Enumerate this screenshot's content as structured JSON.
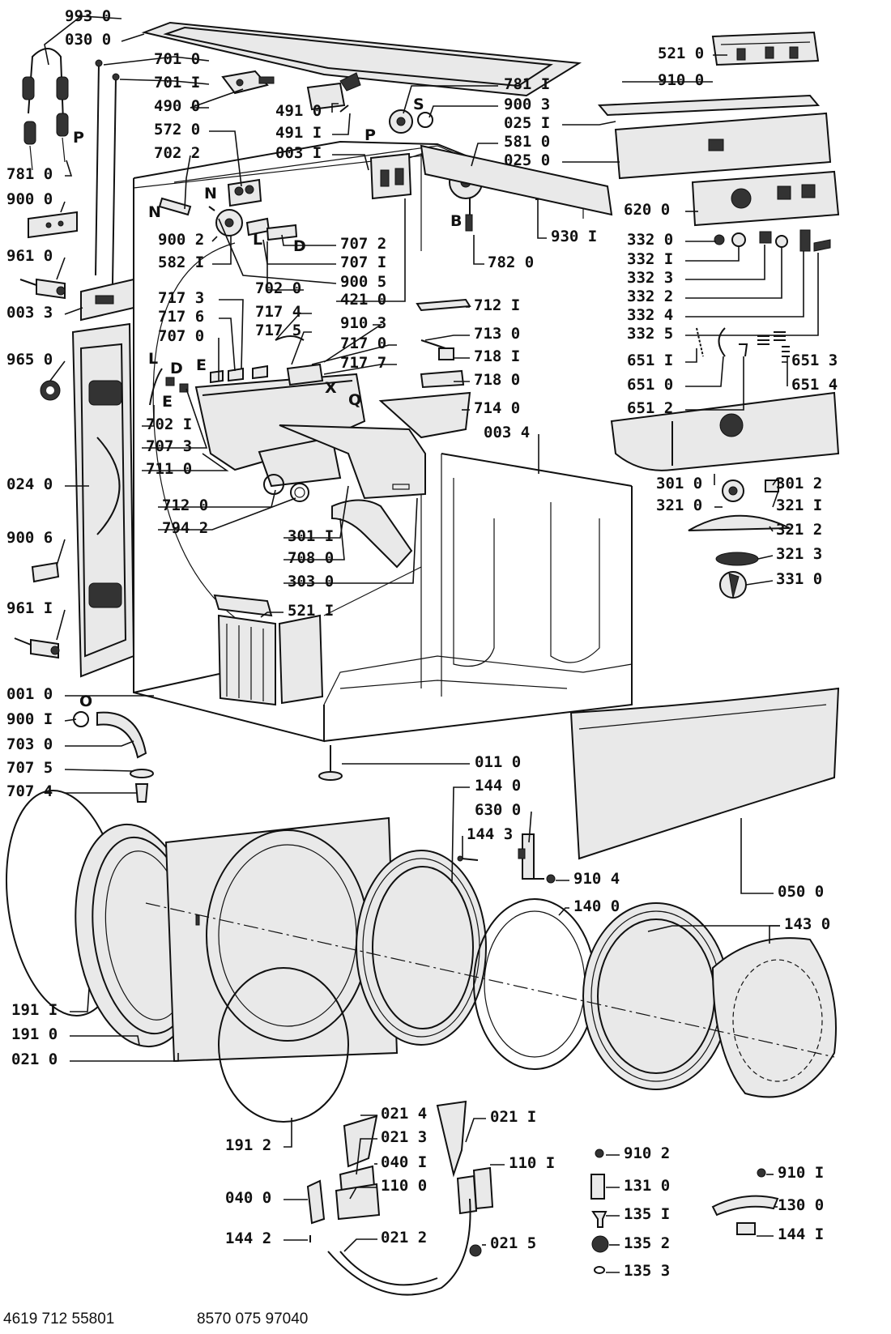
{
  "labels": [
    {
      "id": "p-993-0",
      "text": "993  0"
    },
    {
      "id": "p-030-0",
      "text": "030  0"
    },
    {
      "id": "p-701-0",
      "text": "701  0"
    },
    {
      "id": "p-701-1",
      "text": "701  I"
    },
    {
      "id": "p-490-0",
      "text": "490  0"
    },
    {
      "id": "p-572-0",
      "text": "572  0"
    },
    {
      "id": "p-702-2",
      "text": "702  2"
    },
    {
      "id": "p-781-0",
      "text": "781  0"
    },
    {
      "id": "p-900-0",
      "text": "900  0"
    },
    {
      "id": "p-961-0",
      "text": "961  0"
    },
    {
      "id": "p-003-3",
      "text": "003  3"
    },
    {
      "id": "p-965-0",
      "text": "965  0"
    },
    {
      "id": "p-024-0",
      "text": "024  0"
    },
    {
      "id": "p-900-6",
      "text": "900  6"
    },
    {
      "id": "p-961-1",
      "text": "961  I"
    },
    {
      "id": "p-001-0",
      "text": "001  0"
    },
    {
      "id": "p-900-1",
      "text": "900  I"
    },
    {
      "id": "p-703-0",
      "text": "703  0"
    },
    {
      "id": "p-707-5",
      "text": "707  5"
    },
    {
      "id": "p-707-4",
      "text": "707  4"
    },
    {
      "id": "p-191-1",
      "text": "191  I"
    },
    {
      "id": "p-191-0",
      "text": "191  0"
    },
    {
      "id": "p-021-0",
      "text": "021  0"
    },
    {
      "id": "p-191-2",
      "text": "191  2"
    },
    {
      "id": "p-040-0",
      "text": "040  0"
    },
    {
      "id": "p-144-2",
      "text": "144  2"
    },
    {
      "id": "p-491-0",
      "text": "491  0"
    },
    {
      "id": "p-491-1",
      "text": "491  I"
    },
    {
      "id": "p-003-1",
      "text": "003  I"
    },
    {
      "id": "p-781-1",
      "text": "781  I"
    },
    {
      "id": "p-900-3",
      "text": "900  3"
    },
    {
      "id": "p-025-1",
      "text": "025  I"
    },
    {
      "id": "p-581-0",
      "text": "581  0"
    },
    {
      "id": "p-025-0",
      "text": "025  0"
    },
    {
      "id": "p-521-0",
      "text": "521  0"
    },
    {
      "id": "p-910-0",
      "text": "910  0"
    },
    {
      "id": "p-620-0",
      "text": "620  0"
    },
    {
      "id": "p-930-1",
      "text": "930  I"
    },
    {
      "id": "p-782-0",
      "text": "782  0"
    },
    {
      "id": "p-707-2",
      "text": "707  2"
    },
    {
      "id": "p-707-1",
      "text": "707  I"
    },
    {
      "id": "p-900-2",
      "text": "900  2"
    },
    {
      "id": "p-582-1",
      "text": "582  I"
    },
    {
      "id": "p-900-5",
      "text": "900  5"
    },
    {
      "id": "p-702-0",
      "text": "702  0"
    },
    {
      "id": "p-421-0",
      "text": "421  0"
    },
    {
      "id": "p-717-3",
      "text": "717  3"
    },
    {
      "id": "p-717-6",
      "text": "717  6"
    },
    {
      "id": "p-707-0",
      "text": "707  0"
    },
    {
      "id": "p-717-4",
      "text": "717  4"
    },
    {
      "id": "p-717-5",
      "text": "717  5"
    },
    {
      "id": "p-910-3",
      "text": "910  3"
    },
    {
      "id": "p-717-0",
      "text": "717  0"
    },
    {
      "id": "p-717-7",
      "text": "717  7"
    },
    {
      "id": "p-702-1",
      "text": "702  I"
    },
    {
      "id": "p-707-3",
      "text": "707  3"
    },
    {
      "id": "p-711-0",
      "text": "711  0"
    },
    {
      "id": "p-712-0",
      "text": "712  0"
    },
    {
      "id": "p-794-2",
      "text": "794  2"
    },
    {
      "id": "p-301-1",
      "text": "301  I"
    },
    {
      "id": "p-708-0",
      "text": "708  0"
    },
    {
      "id": "p-303-0",
      "text": "303  0"
    },
    {
      "id": "p-521-1",
      "text": "521  I"
    },
    {
      "id": "p-712-1",
      "text": "712  I"
    },
    {
      "id": "p-713-0",
      "text": "713  0"
    },
    {
      "id": "p-718-1",
      "text": "718  I"
    },
    {
      "id": "p-718-0",
      "text": "718  0"
    },
    {
      "id": "p-714-0",
      "text": "714  0"
    },
    {
      "id": "p-003-4",
      "text": "003  4"
    },
    {
      "id": "p-332-0",
      "text": "332  0"
    },
    {
      "id": "p-332-1",
      "text": "332  I"
    },
    {
      "id": "p-332-3",
      "text": "332  3"
    },
    {
      "id": "p-332-2",
      "text": "332  2"
    },
    {
      "id": "p-332-4",
      "text": "332  4"
    },
    {
      "id": "p-332-5",
      "text": "332  5"
    },
    {
      "id": "p-651-1",
      "text": "651  I"
    },
    {
      "id": "p-651-3",
      "text": "651  3"
    },
    {
      "id": "p-651-0",
      "text": "651  0"
    },
    {
      "id": "p-651-4",
      "text": "651  4"
    },
    {
      "id": "p-651-2",
      "text": "651  2"
    },
    {
      "id": "p-301-0",
      "text": "301  0"
    },
    {
      "id": "p-301-2",
      "text": "301  2"
    },
    {
      "id": "p-321-0",
      "text": "321  0"
    },
    {
      "id": "p-321-1",
      "text": "321  I"
    },
    {
      "id": "p-321-2",
      "text": "321  2"
    },
    {
      "id": "p-321-3",
      "text": "321  3"
    },
    {
      "id": "p-331-0",
      "text": "331  0"
    },
    {
      "id": "p-011-0",
      "text": "011  0"
    },
    {
      "id": "p-144-0",
      "text": "144  0"
    },
    {
      "id": "p-630-0",
      "text": "630  0"
    },
    {
      "id": "p-144-3",
      "text": "144  3"
    },
    {
      "id": "p-910-4",
      "text": "910  4"
    },
    {
      "id": "p-050-0",
      "text": "050  0"
    },
    {
      "id": "p-140-0",
      "text": "140  0"
    },
    {
      "id": "p-143-0",
      "text": "143  0"
    },
    {
      "id": "p-021-4",
      "text": "021  4"
    },
    {
      "id": "p-021-3",
      "text": "021  3"
    },
    {
      "id": "p-040-1",
      "text": "040  I"
    },
    {
      "id": "p-110-0",
      "text": "110  0"
    },
    {
      "id": "p-021-1",
      "text": "021  I"
    },
    {
      "id": "p-110-1",
      "text": "110  I"
    },
    {
      "id": "p-021-2",
      "text": "021  2"
    },
    {
      "id": "p-021-5",
      "text": "021  5"
    },
    {
      "id": "p-910-2",
      "text": "910  2"
    },
    {
      "id": "p-131-0",
      "text": "131  0"
    },
    {
      "id": "p-135-1",
      "text": "135  I"
    },
    {
      "id": "p-135-2",
      "text": "135  2"
    },
    {
      "id": "p-135-3",
      "text": "135  3"
    },
    {
      "id": "p-910-1",
      "text": "910  I"
    },
    {
      "id": "p-130-0",
      "text": "130  0"
    },
    {
      "id": "p-144-1",
      "text": "144  I"
    }
  ],
  "connector_letters": {
    "p_left": "P",
    "n_upper": "N",
    "n_left": "N",
    "l_upper": "L",
    "d_upper": "D",
    "s": "S",
    "p_mid": "P",
    "b": "B",
    "e_upper": "E",
    "l_lower": "L",
    "d_lower": "D",
    "e_lower": "E",
    "x": "X",
    "q": "Q",
    "o_hose": "O"
  },
  "footer": {
    "left_code": "4619  712  55801",
    "right_code": "8570 075 97040"
  }
}
